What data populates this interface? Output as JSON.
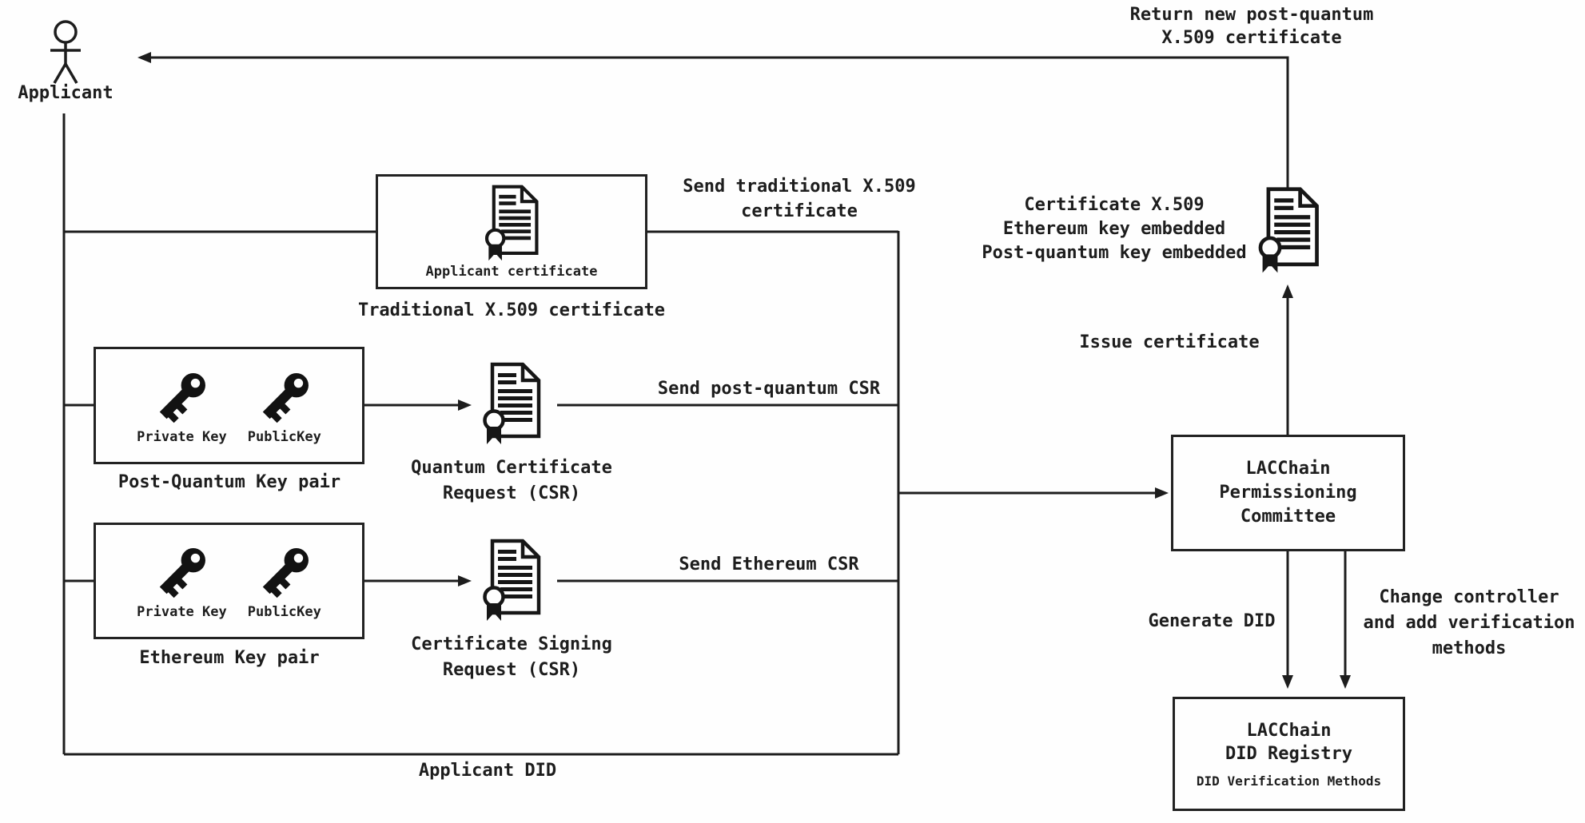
{
  "actor": {
    "label": "Applicant"
  },
  "boxes": {
    "traditional": {
      "caption": "Applicant certificate",
      "label": "Traditional X.509 certificate"
    },
    "post_quantum_keys": {
      "private": "Private Key",
      "public": "PublicKey",
      "label": "Post-Quantum Key pair"
    },
    "ethereum_keys": {
      "private": "Private Key",
      "public": "PublicKey",
      "label": "Ethereum Key pair"
    },
    "committee": {
      "line1": "LACChain",
      "line2": "Permissioning",
      "line3": "Committee"
    },
    "registry": {
      "line1": "LACChain",
      "line2": "DID Registry",
      "caption": "DID Verification Methods"
    }
  },
  "documents": {
    "quantum_csr": {
      "line1": "Quantum Certificate",
      "line2": "Request (CSR)"
    },
    "signing_csr": {
      "line1": "Certificate Signing",
      "line2": "Request (CSR)"
    },
    "issued_certificate": {
      "line1": "Certificate X.509",
      "line2": "Ethereum key embedded",
      "line3": "Post-quantum key embedded"
    }
  },
  "edges": {
    "return_certificate": {
      "line1": "Return new post-quantum",
      "line2": "X.509 certificate"
    },
    "send_traditional": {
      "line1": "Send traditional X.509",
      "line2": "certificate"
    },
    "send_post_quantum_csr": "Send post-quantum CSR",
    "send_ethereum_csr": "Send Ethereum CSR",
    "applicant_did": "Applicant DID",
    "issue_certificate": "Issue certificate",
    "generate_did": "Generate DID",
    "change_controller": {
      "line1": "Change controller",
      "line2": "and add verification",
      "line3": "methods"
    }
  },
  "colors": {
    "ink": "#1d1d1d",
    "background": "#ffffff"
  }
}
